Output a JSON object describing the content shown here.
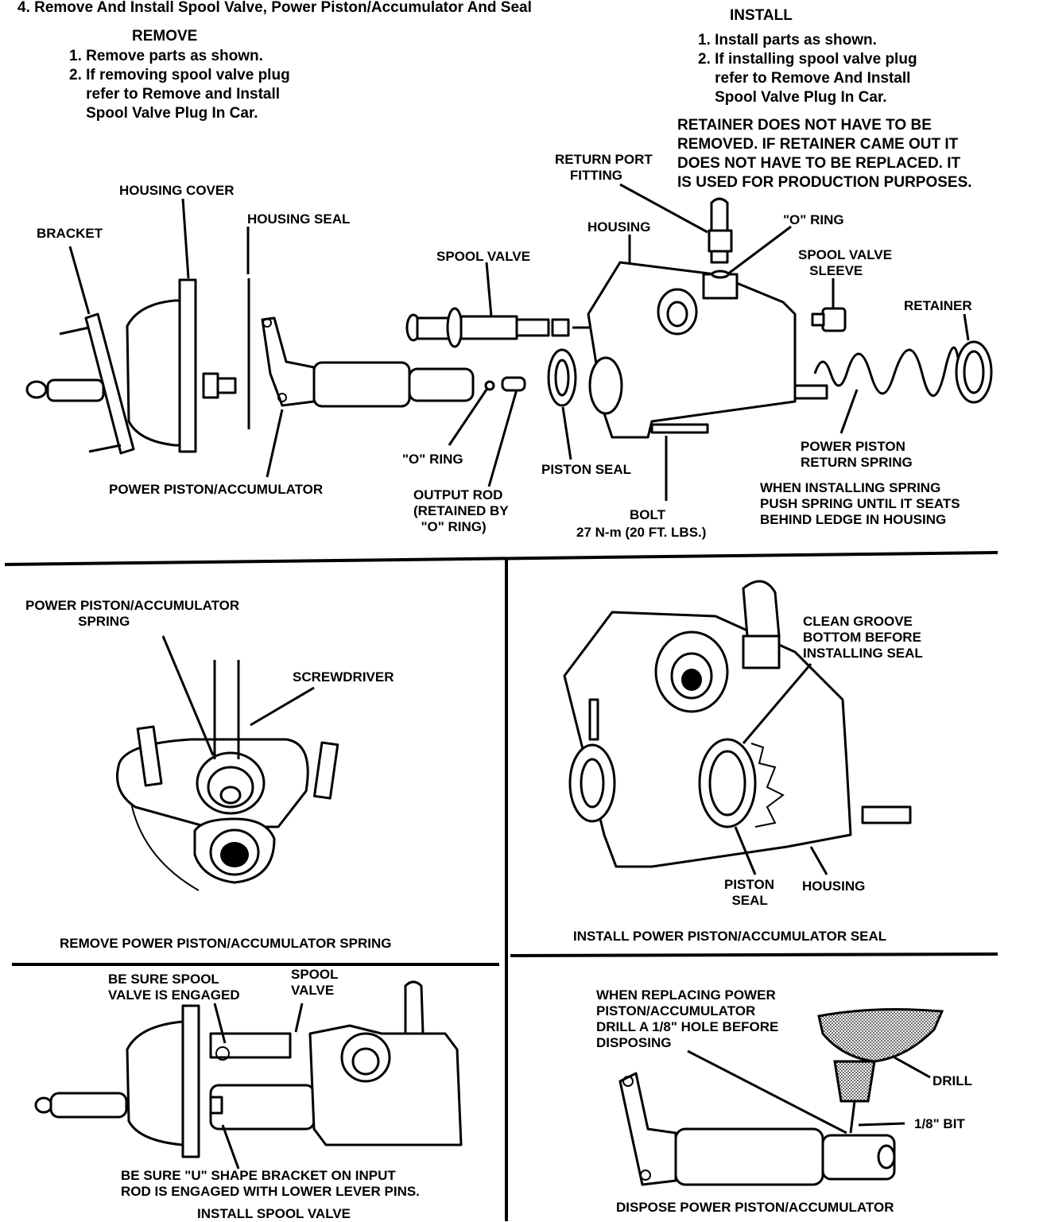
{
  "title": "4. Remove And Install Spool Valve, Power Piston/Accumulator And Seal",
  "remove": {
    "heading": "REMOVE",
    "step1": "1. Remove parts as shown.",
    "step2": "2. If removing spool valve plug\n    refer to Remove and Install\n    Spool Valve Plug In Car."
  },
  "install": {
    "heading": "INSTALL",
    "step1": "1. Install parts as shown.",
    "step2": "2. If installing spool valve plug\n    refer to Remove And Install\n    Spool Valve Plug In Car."
  },
  "retainer_note": "RETAINER DOES NOT HAVE TO BE\nREMOVED. IF RETAINER CAME OUT IT\nDOES NOT HAVE TO BE REPLACED. IT\nIS USED FOR PRODUCTION PURPOSES.",
  "exploded": {
    "return_port_fitting": "RETURN PORT\n    FITTING",
    "housing_cover": "HOUSING COVER",
    "housing_seal": "HOUSING SEAL",
    "bracket": "BRACKET",
    "spool_valve": "SPOOL VALVE",
    "housing": "HOUSING",
    "o_ring_top": "\"O\" RING",
    "spool_valve_sleeve": "SPOOL VALVE\n   SLEEVE",
    "retainer": "RETAINER",
    "o_ring_mid": "\"O\" RING",
    "piston_seal": "PISTON SEAL",
    "power_piston_return_spring": "POWER PISTON\nRETURN SPRING",
    "power_piston_accumulator": "POWER PISTON/ACCUMULATOR",
    "output_rod": "OUTPUT ROD\n(RETAINED BY\n  \"O\" RING)",
    "bolt": "BOLT",
    "bolt_torque": "27 N-m (20 FT. LBS.)",
    "spring_note": "WHEN INSTALLING SPRING\nPUSH SPRING UNTIL IT SEATS\nBEHIND LEDGE IN HOUSING"
  },
  "panel_remove_spring": {
    "label_spring": "POWER PISTON/ACCUMULATOR\n              SPRING",
    "label_screwdriver": "SCREWDRIVER",
    "caption": "REMOVE POWER PISTON/ACCUMULATOR SPRING"
  },
  "panel_install_seal": {
    "label_clean_groove": "CLEAN GROOVE\nBOTTOM BEFORE\nINSTALLING SEAL",
    "label_piston_seal": "PISTON\n  SEAL",
    "label_housing": "HOUSING",
    "caption": "INSTALL POWER PISTON/ACCUMULATOR SEAL"
  },
  "panel_install_spool": {
    "label_be_sure_spool": "BE SURE SPOOL\nVALVE IS ENGAGED",
    "label_spool_valve": "SPOOL\nVALVE",
    "label_u_bracket": "BE SURE \"U\" SHAPE BRACKET ON INPUT\nROD IS ENGAGED WITH LOWER LEVER PINS.",
    "caption": "INSTALL SPOOL VALVE"
  },
  "panel_dispose": {
    "label_note": "WHEN REPLACING POWER\nPISTON/ACCUMULATOR\nDRILL A 1/8\" HOLE BEFORE\nDISPOSING",
    "label_drill": "DRILL",
    "label_bit": "1/8\" BIT",
    "caption": "DISPOSE POWER PISTON/ACCUMULATOR"
  }
}
